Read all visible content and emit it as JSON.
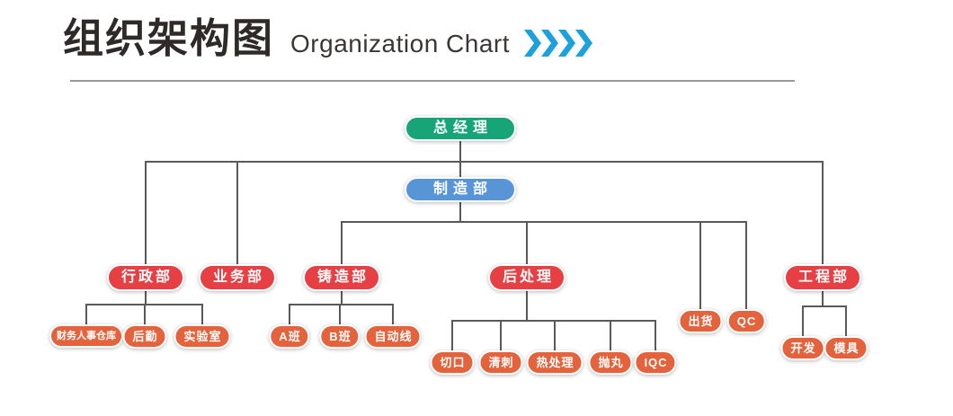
{
  "header": {
    "title_cn": "组织架构图",
    "title_en": "Organization Chart",
    "chevron_count": 4
  },
  "colors": {
    "green": "#17a577",
    "blue": "#5795d7",
    "red": "#e64045",
    "orange": "#e4633c",
    "line": "#595959",
    "chevron": "#1da1dc",
    "separator": "#9a9a9a"
  },
  "org_chart": {
    "root": {
      "id": "ceo",
      "label": "总经理",
      "color": "green",
      "children": [
        {
          "id": "admin",
          "label": "行政部",
          "color": "red",
          "children": [
            {
              "id": "finance",
              "label": "财务人事仓库",
              "color": "orange"
            },
            {
              "id": "logistics",
              "label": "后勤",
              "color": "orange"
            },
            {
              "id": "lab",
              "label": "实验室",
              "color": "orange"
            }
          ]
        },
        {
          "id": "biz",
          "label": "业务部",
          "color": "red"
        },
        {
          "id": "mfg",
          "label": "制造部",
          "color": "blue",
          "children": [
            {
              "id": "casting",
              "label": "铸造部",
              "color": "red",
              "children": [
                {
                  "id": "class-a",
                  "label": "A班",
                  "color": "orange"
                },
                {
                  "id": "class-b",
                  "label": "B班",
                  "color": "orange"
                },
                {
                  "id": "auto-line",
                  "label": "自动线",
                  "color": "orange"
                }
              ]
            },
            {
              "id": "post-process",
              "label": "后处理",
              "color": "red",
              "children": [
                {
                  "id": "cutting",
                  "label": "切口",
                  "color": "orange"
                },
                {
                  "id": "deburring",
                  "label": "清刺",
                  "color": "orange"
                },
                {
                  "id": "heat-treatment",
                  "label": "热处理",
                  "color": "orange"
                },
                {
                  "id": "shot-blasting",
                  "label": "抛丸",
                  "color": "orange"
                },
                {
                  "id": "iqc",
                  "label": "IQC",
                  "color": "orange"
                }
              ]
            },
            {
              "id": "shipping",
              "label": "出货",
              "color": "orange"
            },
            {
              "id": "qc",
              "label": "QC",
              "color": "orange"
            }
          ]
        },
        {
          "id": "engineering",
          "label": "工程部",
          "color": "red",
          "children": [
            {
              "id": "development",
              "label": "开发",
              "color": "orange"
            },
            {
              "id": "mold",
              "label": "模具",
              "color": "orange"
            }
          ]
        }
      ]
    }
  }
}
